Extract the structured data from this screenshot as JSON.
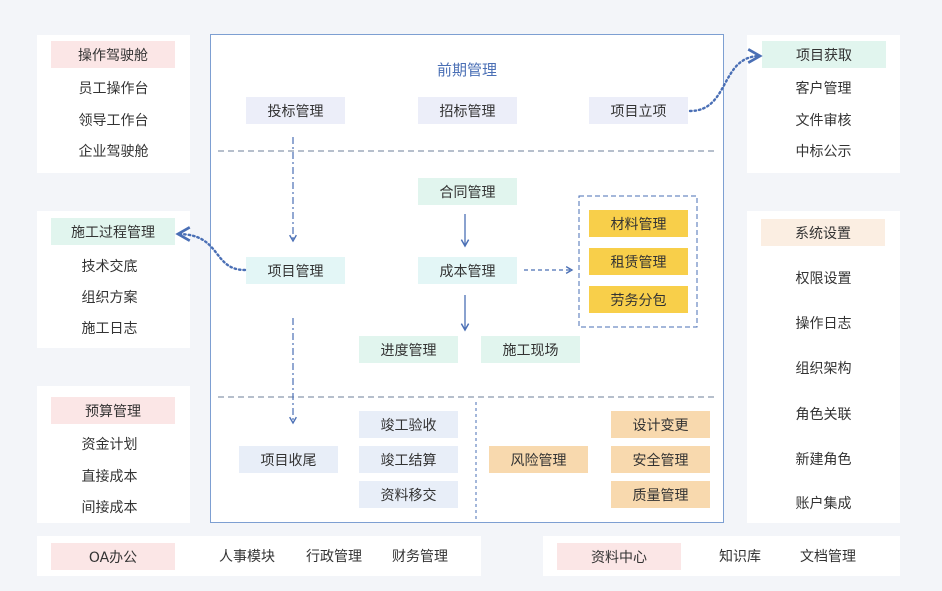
{
  "left": {
    "cockpit": {
      "title": "操作驾驶舱",
      "items": [
        "员工操作台",
        "领导工作台",
        "企业驾驶舱"
      ]
    },
    "construction": {
      "title": "施工过程管理",
      "items": [
        "技术交底",
        "组织方案",
        "施工日志"
      ]
    },
    "budget": {
      "title": "预算管理",
      "items": [
        "资金计划",
        "直接成本",
        "间接成本"
      ]
    }
  },
  "right": {
    "project_acquisition": {
      "title": "项目获取",
      "items": [
        "客户管理",
        "文件审核",
        "中标公示"
      ]
    },
    "system_settings": {
      "title": "系统设置",
      "items": [
        "权限设置",
        "操作日志",
        "组织架构",
        "角色关联",
        "新建角色",
        "账户集成"
      ]
    }
  },
  "center": {
    "title": "前期管理",
    "pre": [
      "投标管理",
      "招标管理",
      "项目立项"
    ],
    "contract": "合同管理",
    "project_mgmt": "项目管理",
    "cost_mgmt": "成本管理",
    "resources": [
      "材料管理",
      "租赁管理",
      "劳务分包"
    ],
    "progress": "进度管理",
    "site": "施工现场",
    "closeout": "项目收尾",
    "completion": [
      "竣工验收",
      "竣工结算",
      "资料移交"
    ],
    "risk": "风险管理",
    "risk_items": [
      "设计变更",
      "安全管理",
      "质量管理"
    ]
  },
  "bottom": {
    "oa": {
      "title": "OA办公",
      "items": [
        "人事模块",
        "行政管理",
        "财务管理"
      ]
    },
    "docs": {
      "title": "资料中心",
      "items": [
        "知识库",
        "文档管理"
      ]
    }
  },
  "colors": {
    "frame": "#7d9fd2",
    "arrow": "#4a6fb5",
    "accent_title": "#4a6fb5"
  }
}
